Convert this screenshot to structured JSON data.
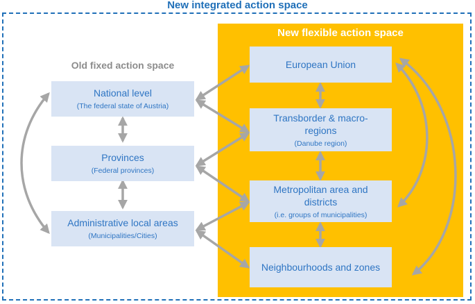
{
  "outer_title": "New integrated action space",
  "flex_title": "New flexible action space",
  "old_title": "Old fixed action space",
  "old_boxes": [
    {
      "main": "National level",
      "sub": "(The federal state of Austria)"
    },
    {
      "main": "Provinces",
      "sub": "(Federal provinces)"
    },
    {
      "main": "Administrative local areas",
      "sub": "(Municipalities/Cities)"
    }
  ],
  "new_boxes": [
    {
      "main": "European Union",
      "sub": ""
    },
    {
      "main": "Transborder & macro-regions",
      "sub": "(Danube region)"
    },
    {
      "main": "Metropolitan area and districts",
      "sub": "(i.e. groups of municipalities)"
    },
    {
      "main": "Neighbourhoods and zones",
      "sub": ""
    }
  ],
  "colors": {
    "frame": "#1f6fb8",
    "flex_panel": "#ffc000",
    "box_fill": "#d9e4f4",
    "box_text": "#2e75c3",
    "arrow": "#a6a6a6",
    "old_title": "#8c8c8c"
  }
}
